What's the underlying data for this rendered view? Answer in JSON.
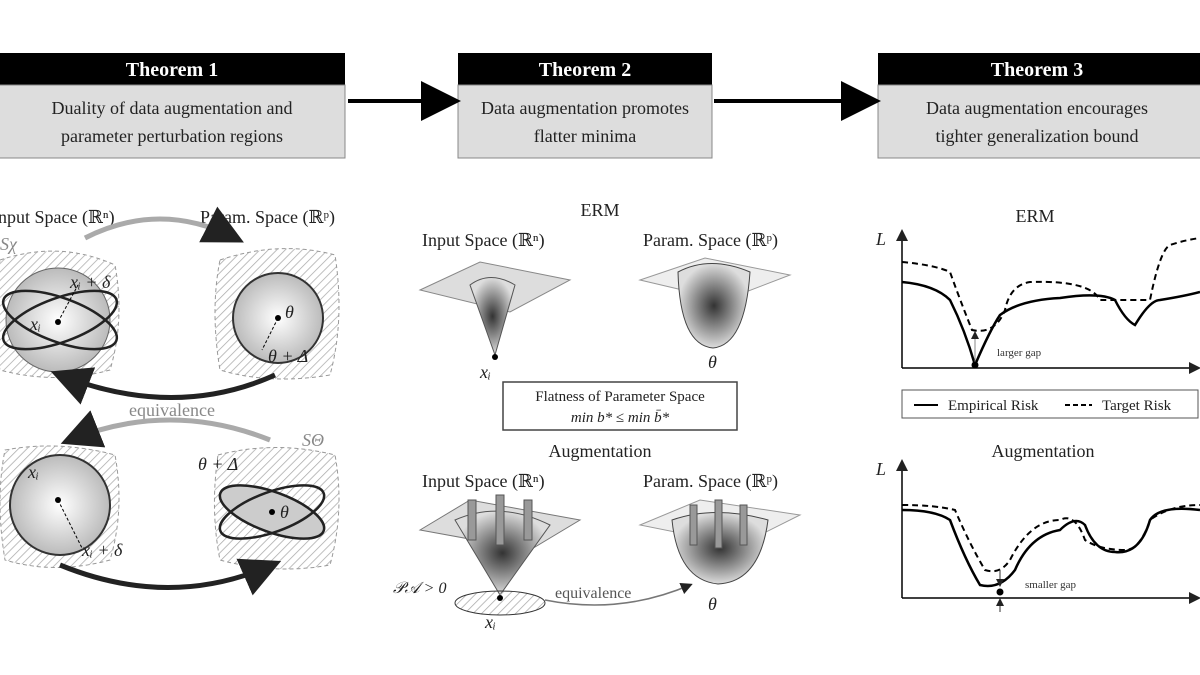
{
  "theorems": [
    {
      "title": "Theorem 1",
      "line1": "Duality of data augmentation and",
      "line2": "parameter perturbation regions"
    },
    {
      "title": "Theorem 2",
      "line1": "Data augmentation promotes",
      "line2": "flatter minima"
    },
    {
      "title": "Theorem 3",
      "line1": "Data augmentation encourages",
      "line2": "tighter generalization bound"
    }
  ],
  "panel1": {
    "input_space": "Input Space (ℝⁿ)",
    "param_space": "Param. Space (ℝᵖ)",
    "sx": "Sχ",
    "stheta": "SΘ",
    "xi": "xᵢ",
    "xi_delta": "xᵢ + δ",
    "theta": "θ",
    "theta_delta": "θ + Δ",
    "equivalence": "equivalence"
  },
  "panel2": {
    "erm": "ERM",
    "input_space": "Input Space (ℝⁿ)",
    "param_space": "Param. Space (ℝᵖ)",
    "xi": "xᵢ",
    "theta": "θ",
    "flatness_title": "Flatness of Parameter Space",
    "flatness_formula": "min b* ≤ min b̄*",
    "augmentation": "Augmentation",
    "pa": "𝒫𝒜 > 0",
    "equivalence": "equivalence"
  },
  "panel3": {
    "erm": "ERM",
    "augmentation": "Augmentation",
    "y_axis": "L",
    "larger_gap": "larger gap",
    "smaller_gap": "smaller gap",
    "legend_empirical": "Empirical Risk",
    "legend_target": "Target Risk"
  }
}
